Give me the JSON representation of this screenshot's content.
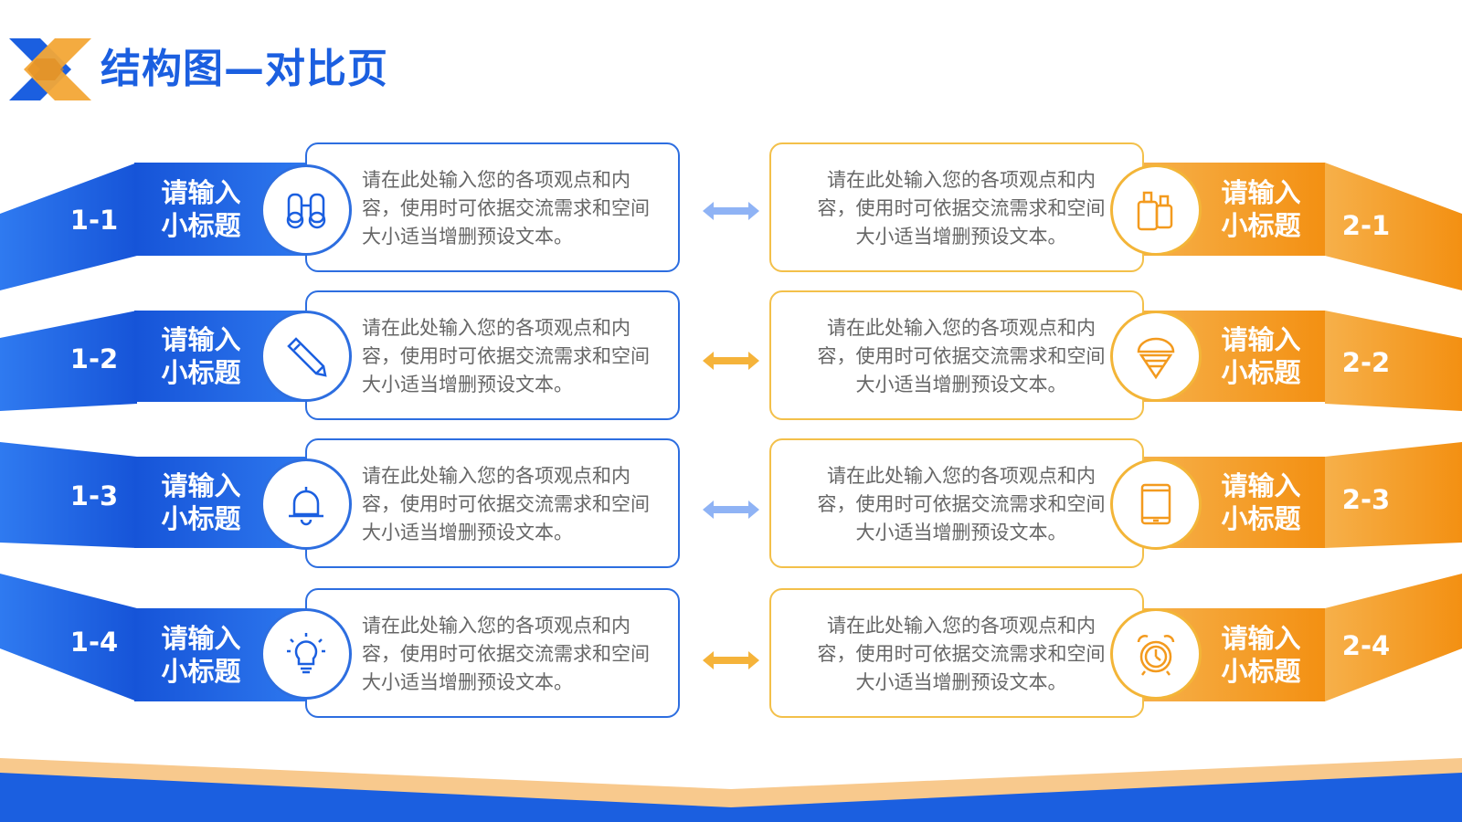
{
  "title": "结构图—对比页",
  "colors": {
    "blue": "#1b5fe0",
    "orange": "#f39a1e",
    "blue_light": "#8fb3f5",
    "orange_light": "#f5b33a",
    "text": "#666666"
  },
  "left": [
    {
      "num": "1-1",
      "label_line1": "请输入",
      "label_line2": "小标题",
      "text": "请在此处输入您的各项观点和内容，使用时可依据交流需求和空间大小适当增删预设文本。",
      "icon": "binoculars-icon"
    },
    {
      "num": "1-2",
      "label_line1": "请输入",
      "label_line2": "小标题",
      "text": "请在此处输入您的各项观点和内容，使用时可依据交流需求和空间大小适当增删预设文本。",
      "icon": "pencil-icon"
    },
    {
      "num": "1-3",
      "label_line1": "请输入",
      "label_line2": "小标题",
      "text": "请在此处输入您的各项观点和内容，使用时可依据交流需求和空间大小适当增删预设文本。",
      "icon": "bell-icon"
    },
    {
      "num": "1-4",
      "label_line1": "请输入",
      "label_line2": "小标题",
      "text": "请在此处输入您的各项观点和内容，使用时可依据交流需求和空间大小适当增删预设文本。",
      "icon": "lightbulb-icon"
    }
  ],
  "right": [
    {
      "num": "2-1",
      "label_line1": "请输入",
      "label_line2": "小标题",
      "text": "请在此处输入您的各项观点和内容，使用时可依据交流需求和空间大小适当增删预设文本。",
      "icon": "bottles-icon"
    },
    {
      "num": "2-2",
      "label_line1": "请输入",
      "label_line2": "小标题",
      "text": "请在此处输入您的各项观点和内容，使用时可依据交流需求和空间大小适当增删预设文本。",
      "icon": "ice-cream-icon"
    },
    {
      "num": "2-3",
      "label_line1": "请输入",
      "label_line2": "小标题",
      "text": "请在此处输入您的各项观点和内容，使用时可依据交流需求和空间大小适当增删预设文本。",
      "icon": "tablet-icon"
    },
    {
      "num": "2-4",
      "label_line1": "请输入",
      "label_line2": "小标题",
      "text": "请在此处输入您的各项观点和内容，使用时可依据交流需求和空间大小适当增删预设文本。",
      "icon": "alarm-clock-icon"
    }
  ],
  "arrows": [
    "arrow-light-blue",
    "arrow-orange",
    "arrow-light-blue",
    "arrow-orange"
  ]
}
